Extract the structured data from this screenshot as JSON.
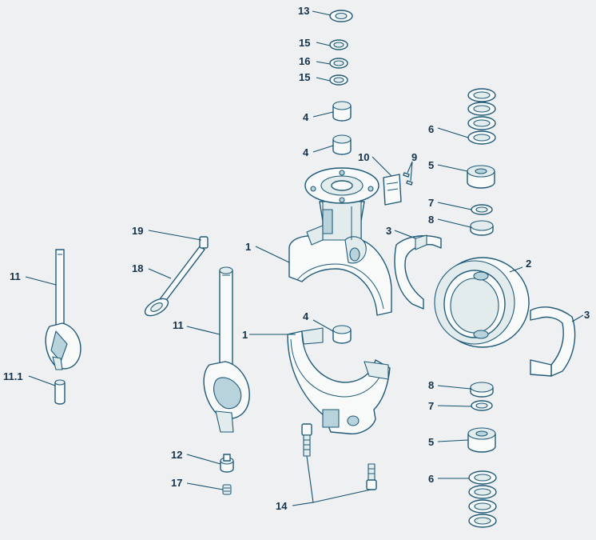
{
  "callouts": [
    {
      "id": "c13",
      "text": "13"
    },
    {
      "id": "c15a",
      "text": "15"
    },
    {
      "id": "c16",
      "text": "16"
    },
    {
      "id": "c15b",
      "text": "15"
    },
    {
      "id": "c4a",
      "text": "4"
    },
    {
      "id": "c4b",
      "text": "4"
    },
    {
      "id": "c10",
      "text": "10"
    },
    {
      "id": "c9",
      "text": "9"
    },
    {
      "id": "c6a",
      "text": "6"
    },
    {
      "id": "c5a",
      "text": "5"
    },
    {
      "id": "c7a",
      "text": "7"
    },
    {
      "id": "c8a",
      "text": "8"
    },
    {
      "id": "c3a",
      "text": "3"
    },
    {
      "id": "c2",
      "text": "2"
    },
    {
      "id": "c3b",
      "text": "3"
    },
    {
      "id": "c1a",
      "text": "1"
    },
    {
      "id": "c19",
      "text": "19"
    },
    {
      "id": "c18",
      "text": "18"
    },
    {
      "id": "c11a",
      "text": "11"
    },
    {
      "id": "c11b",
      "text": "11"
    },
    {
      "id": "c11_1",
      "text": "11.1"
    },
    {
      "id": "c1b",
      "text": "1"
    },
    {
      "id": "c4c",
      "text": "4"
    },
    {
      "id": "c8b",
      "text": "8"
    },
    {
      "id": "c7b",
      "text": "7"
    },
    {
      "id": "c5b",
      "text": "5"
    },
    {
      "id": "c6b",
      "text": "6"
    },
    {
      "id": "c12",
      "text": "12"
    },
    {
      "id": "c17",
      "text": "17"
    },
    {
      "id": "c14",
      "text": "14"
    }
  ],
  "colors": {
    "background": "#eef0f1",
    "line": "#1f5a78",
    "accent": "#b9d3dd",
    "label": "#14324b"
  }
}
